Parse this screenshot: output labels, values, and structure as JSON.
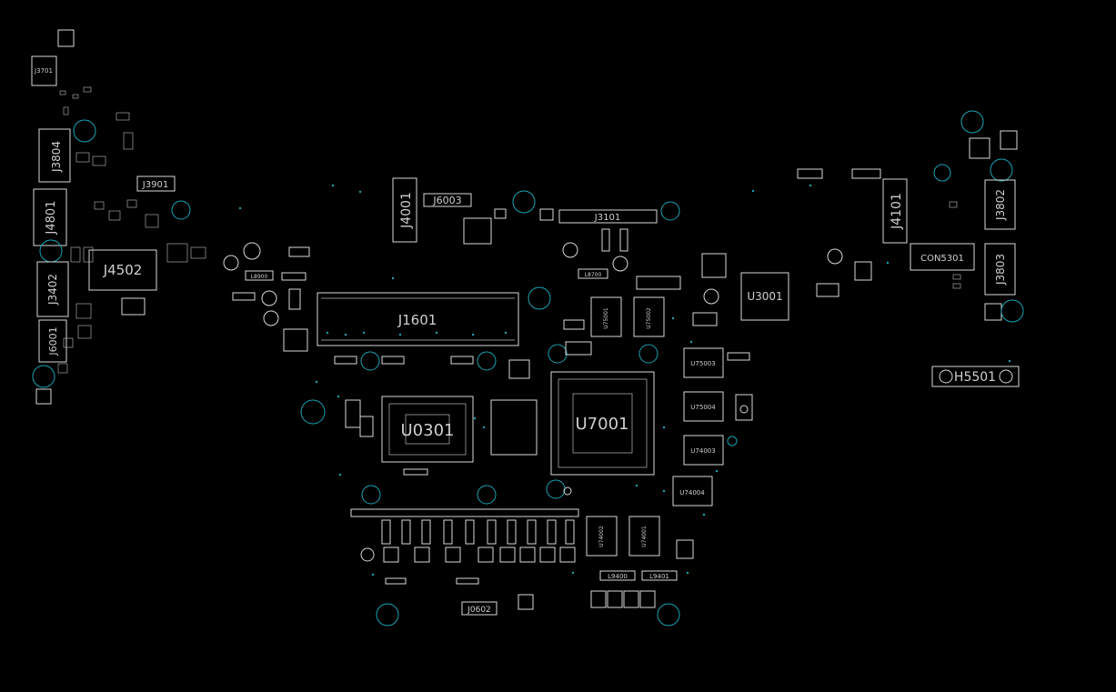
{
  "components": {
    "J3701": "J3701",
    "J3804": "J3804",
    "J3901": "J3901",
    "J4801": "J4801",
    "J4502": "J4502",
    "J3402": "J3402",
    "J6001": "J6001",
    "J4001": "J4001",
    "J6003": "J6003",
    "J3101": "J3101",
    "J1601": "J1601",
    "U0301": "U0301",
    "U7001": "U7001",
    "U3001": "U3001",
    "J4101": "J4101",
    "CON5301": "CON5301",
    "J3802": "J3802",
    "J3803": "J3803",
    "H5501": "H5501",
    "U75003": "U75003",
    "U75004": "U75004",
    "U74003": "U74003",
    "U74004": "U74004",
    "U75001": "U75001",
    "U75002": "U75002",
    "U74001": "U74001",
    "U74002": "U74002",
    "J0602": "J0602",
    "L8900": "L8900",
    "L8700": "L8700",
    "L9400": "L9400",
    "L9401": "L9401"
  },
  "colors": {
    "background": "#000000",
    "outline": "#d8d8d8",
    "mounting_hole": "#1aa3b4"
  }
}
